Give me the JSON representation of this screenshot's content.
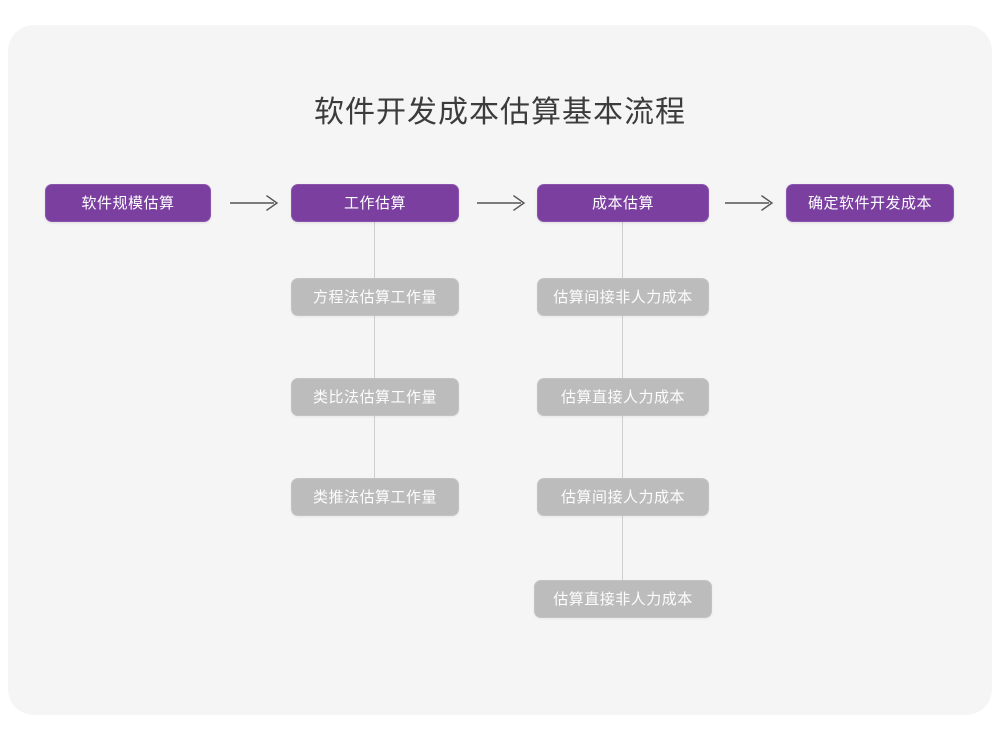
{
  "page": {
    "title": "软件开发成本估算基本流程",
    "background_color": "#ffffff",
    "card_color": "#f5f5f6",
    "accent_color": "#7b3fa0",
    "secondary_color": "#bcbcbc",
    "connector_color": "#cfcfcf",
    "arrow_color": "#555555"
  },
  "diagram": {
    "type": "flowchart",
    "orientation": "left-to-right with vertical sub-branches",
    "main_steps": [
      {
        "label": "软件规模估算",
        "order": 1
      },
      {
        "label": "工作估算",
        "order": 2
      },
      {
        "label": "成本估算",
        "order": 3
      },
      {
        "label": "确定软件开发成本",
        "order": 4
      }
    ],
    "connectors": [
      {
        "from": "软件规模估算",
        "to": "工作估算",
        "glyph": "arrow-right"
      },
      {
        "from": "工作估算",
        "to": "成本估算",
        "glyph": "arrow-right"
      },
      {
        "from": "成本估算",
        "to": "确定软件开发成本",
        "glyph": "arrow-right"
      }
    ],
    "branches": [
      {
        "parent": "工作估算",
        "items": [
          "方程法估算工作量",
          "类比法估算工作量",
          "类推法估算工作量"
        ]
      },
      {
        "parent": "成本估算",
        "items": [
          "估算间接非人力成本",
          "估算直接人力成本",
          "估算间接人力成本",
          "估算直接非人力成本"
        ]
      }
    ]
  }
}
